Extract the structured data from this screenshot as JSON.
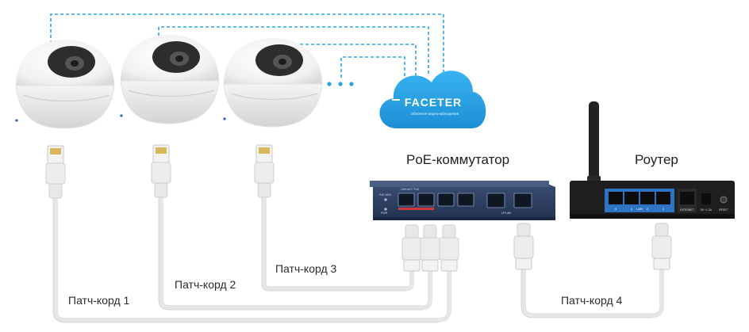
{
  "labels": {
    "switch_title": "PoE-коммутатор",
    "router_title": "Роутер",
    "cord1": "Патч-корд 1",
    "cord2": "Патч-корд 2",
    "cord3": "Патч-корд 3",
    "cord4": "Патч-корд 4"
  },
  "cloud": {
    "brand": "FACETER",
    "tagline": "Облачное видеонаблюдение",
    "color": "#2aa3e6"
  },
  "ellipsis": "• • •",
  "switch_panel": {
    "port_block_label": "LINK/ACT PoE",
    "status_left": "PoE MAX",
    "power_label": "PWR",
    "uplink_label": "UPLINK"
  },
  "router_panel": {
    "lan_port_numbers": [
      "4",
      "3",
      "2",
      "1"
    ],
    "lan_label": "LAN",
    "internet_label": "INTERNET",
    "power_label": "5V⎓1.2A",
    "reset_label": "RESET"
  },
  "colors": {
    "cable": "#e9e9e9",
    "dashed_link": "#2aa3e6",
    "switch_body": "#2c3c5c",
    "router_panel": "#2e73c4"
  }
}
